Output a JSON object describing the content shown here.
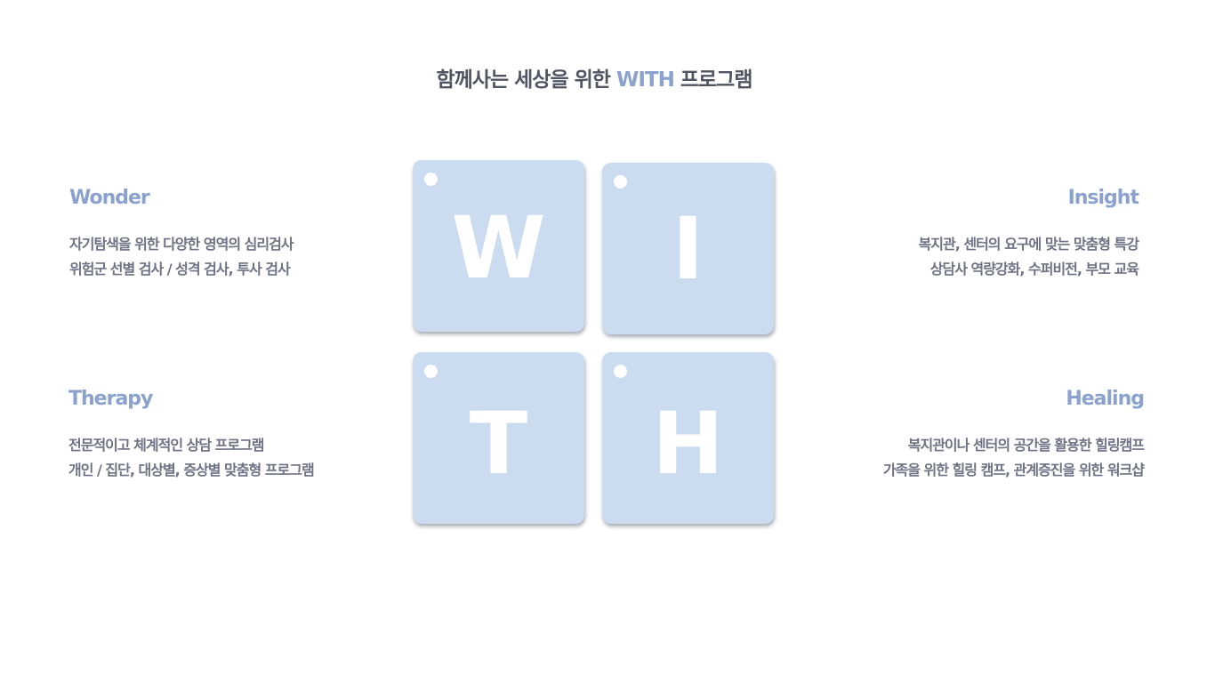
{
  "header": {
    "title_prefix": "함께사는 세상을 위한",
    "title_accent": "WITH",
    "title_suffix": "프로그램"
  },
  "colors": {
    "accent": "#8ba2cf",
    "tile": "#cbdbf0",
    "text": "#6d7384",
    "title": "#4f5563"
  },
  "tiles": [
    {
      "letter": "W"
    },
    {
      "letter": "I"
    },
    {
      "letter": "T"
    },
    {
      "letter": "H"
    }
  ],
  "sections": {
    "wonder": {
      "heading": "Wonder",
      "lines": [
        "자기탐색을 위한 다양한 영역의 심리검사",
        "위험군 선별 검사 / 성격 검사, 투사 검사"
      ]
    },
    "insight": {
      "heading": "Insight",
      "lines": [
        "복지관, 센터의 요구에 맞는 맞춤형 특강",
        "상담사 역량강화, 수퍼비전, 부모 교육"
      ]
    },
    "therapy": {
      "heading": "Therapy",
      "lines": [
        "전문적이고 체계적인 상담 프로그램",
        "개인 / 집단, 대상별, 증상별 맞춤형 프로그램"
      ]
    },
    "healing": {
      "heading": "Healing",
      "lines": [
        "복지관이나 센터의 공간을 활용한 힐링캠프",
        "가족을 위한 힐링 캠프, 관계증진을 위한 워크샵"
      ]
    }
  }
}
